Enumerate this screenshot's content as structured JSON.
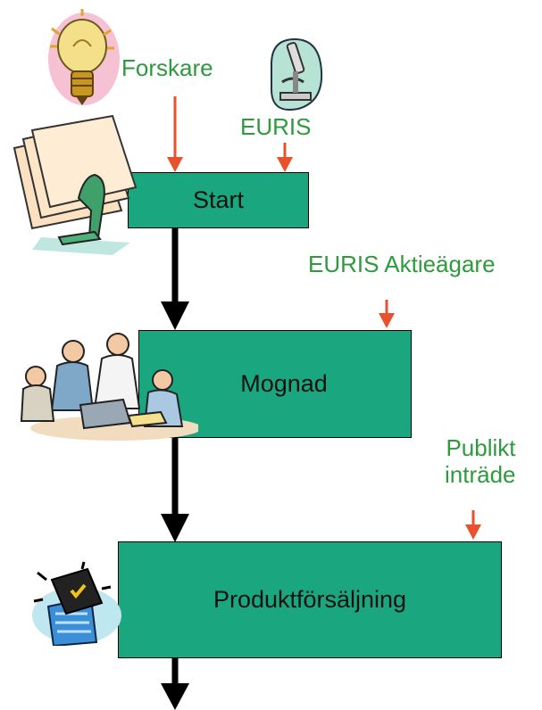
{
  "boxes": {
    "start": "Start",
    "mognad": "Mognad",
    "produkt": "Produktförsäljning"
  },
  "labels": {
    "forskare": "Forskare",
    "euris": "EURIS",
    "euris_aktieagare": "EURIS Aktieägare",
    "publikt_line1": "Publikt",
    "publikt_line2": "inträde"
  },
  "icons": [
    "light-bulb-icon",
    "microscope-icon",
    "papers-icon",
    "meeting-people-icon",
    "building-chip-icon"
  ],
  "colors": {
    "box_fill": "#1aa77f",
    "label_text": "#2e9a3e",
    "input_arrow": "#e8512c",
    "flow_arrow": "#000000"
  }
}
